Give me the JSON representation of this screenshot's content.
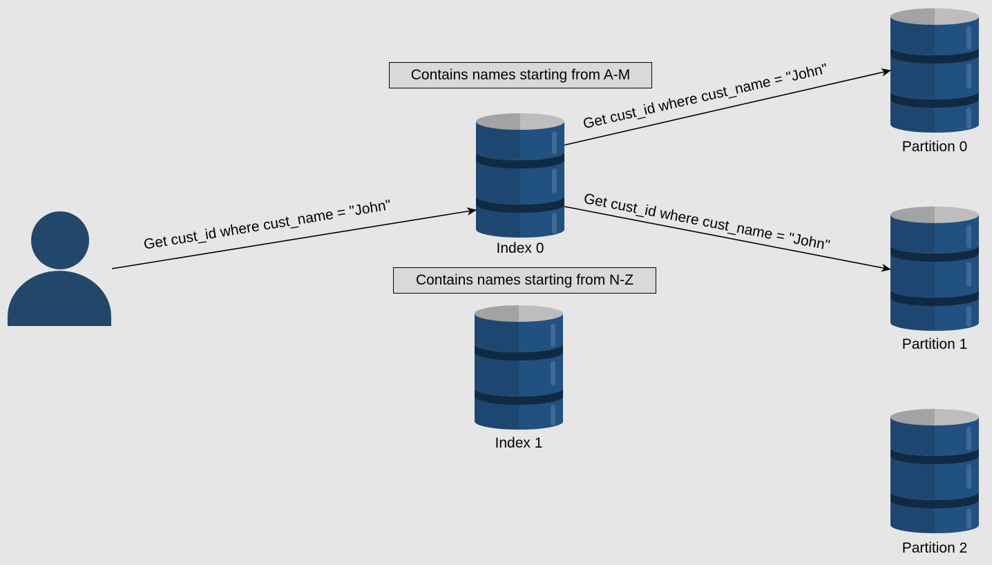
{
  "actors": {
    "user": {
      "icon": "user-icon"
    }
  },
  "databases": {
    "index_0": {
      "label": "Index 0",
      "icon": "database-icon"
    },
    "index_1": {
      "label": "Index 1",
      "icon": "database-icon"
    },
    "partition_0": {
      "label": "Partition 0",
      "icon": "database-icon"
    },
    "partition_1": {
      "label": "Partition 1",
      "icon": "database-icon"
    },
    "partition_2": {
      "label": "Partition 2",
      "icon": "database-icon"
    }
  },
  "notes": {
    "index_0_range": "Contains names starting from A-M",
    "index_1_range": "Contains names starting from N-Z"
  },
  "edges": {
    "user_to_index_0": "Get cust_id where cust_name = \"John\"",
    "index_0_to_partition_0": "Get cust_id where cust_name = \"John\"",
    "index_0_to_partition_1": "Get cust_id where cust_name = \"John\""
  },
  "colors": {
    "background": "#e6e6e6",
    "db_body": "#1f4e79",
    "db_body_light": "#23527c",
    "db_ring": "#102a43",
    "db_top_left": "#9e9e9e",
    "db_top_right": "#bdbdbd",
    "user": "#23476b",
    "note_fill": "#d9d9d9"
  }
}
